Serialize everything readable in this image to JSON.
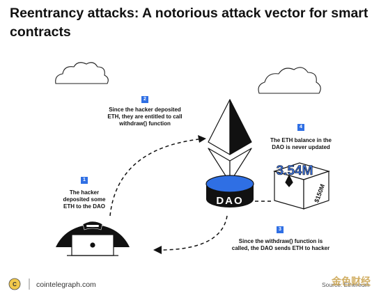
{
  "title": "Reentrancy attacks: A notorious attack vector for smart contracts",
  "steps": [
    {
      "number": "1",
      "text_lines": [
        "The hacker",
        "deposited some",
        "ETH to the DAO"
      ]
    },
    {
      "number": "2",
      "text_lines": [
        "Since the hacker deposited",
        "ETH, they are entitled to call",
        "withdraw() function"
      ]
    },
    {
      "number": "3",
      "text_lines": [
        "Since the withdraw() function is",
        "called, the DAO sends ETH to hacker"
      ]
    },
    {
      "number": "4",
      "text_lines": [
        "The ETH balance in the",
        "DAO is never updated"
      ]
    }
  ],
  "dao_label": "DAO",
  "box_balance": "3.54M",
  "box_label": "$150M",
  "footer": {
    "brand": "cointelegraph.com",
    "source": "Source: Ethereum",
    "watermark": "金色财经"
  },
  "colors": {
    "accent_blue": "#2f6fe4",
    "black": "#111111",
    "box_blue": "#3a6fd8"
  },
  "icons": [
    "ethereum-icon",
    "cloud-icon",
    "hacker-icon",
    "laptop-icon",
    "box-icon",
    "cointelegraph-logo-icon"
  ]
}
